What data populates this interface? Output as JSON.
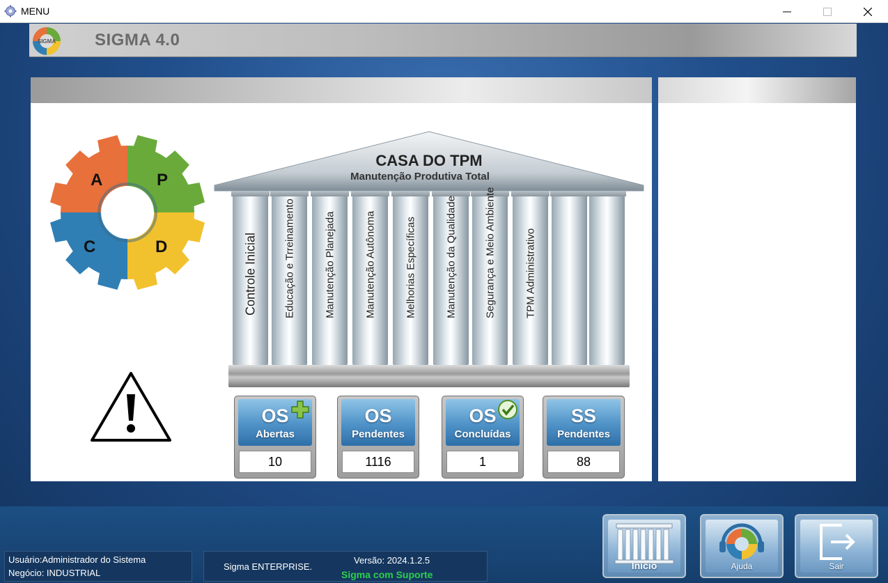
{
  "window": {
    "title": "MENU"
  },
  "header": {
    "app_name": "SIGMA 4.0",
    "logo_text": "SIGMA"
  },
  "pdca": {
    "a": "A",
    "p": "P",
    "c": "C",
    "d": "D"
  },
  "house": {
    "title": "CASA DO TPM",
    "subtitle": "Manutenção Produtiva Total",
    "pillars": [
      "Controle Inicial",
      "Educação e Trreinamento",
      "Manutenção Planejada",
      "Manutenção Autônoma",
      "Melhorias Específicas",
      "Manutenção da Qualidade",
      "Segurança e Meio Ambiente",
      "TPM Administrativo",
      "",
      ""
    ]
  },
  "tiles": [
    {
      "big": "OS",
      "small": "Abertas",
      "value": "10",
      "badge": "plus-icon"
    },
    {
      "big": "OS",
      "small": "Pendentes",
      "value": "1116",
      "badge": ""
    },
    {
      "big": "OS",
      "small": "Concluídas",
      "value": "1",
      "badge": "check-icon"
    },
    {
      "big": "SS",
      "small": "Pendentes",
      "value": "88",
      "badge": ""
    }
  ],
  "status": {
    "user": "Usuário:Administrador do Sistema",
    "business": "Negócio: INDUSTRIAL",
    "edition": "Sigma ENTERPRISE.",
    "version": "Versão: 2024.1.2.5",
    "support": "Sigma com Suporte"
  },
  "buttons": {
    "home": "Início",
    "help": "Ajuda",
    "exit": "Sair"
  },
  "colors": {
    "pdca_a": "#e8703a",
    "pdca_p": "#6aaa3a",
    "pdca_c": "#2f7fb5",
    "pdca_d": "#f2c12e",
    "support": "#2cd14a"
  }
}
